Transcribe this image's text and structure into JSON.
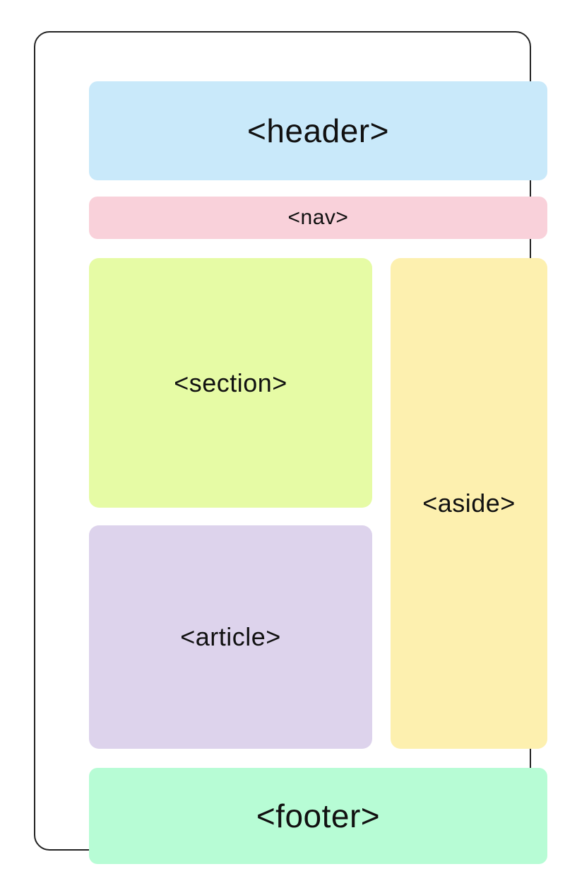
{
  "page": {
    "background_color": "#ffffff",
    "container_border_color": "#222222",
    "text_color": "#111111"
  },
  "diagram": {
    "description_blocks": [
      {
        "id": "header",
        "label": "<header>",
        "color": "#c9e9fa"
      },
      {
        "id": "nav",
        "label": "<nav>",
        "color": "#f9d1da"
      },
      {
        "id": "section",
        "label": "<section>",
        "color": "#e6fba5"
      },
      {
        "id": "aside",
        "label": "<aside>",
        "color": "#fdf0af"
      },
      {
        "id": "article",
        "label": "<article>",
        "color": "#ddd3ec"
      },
      {
        "id": "footer",
        "label": "<footer>",
        "color": "#b7fcd5"
      }
    ]
  }
}
